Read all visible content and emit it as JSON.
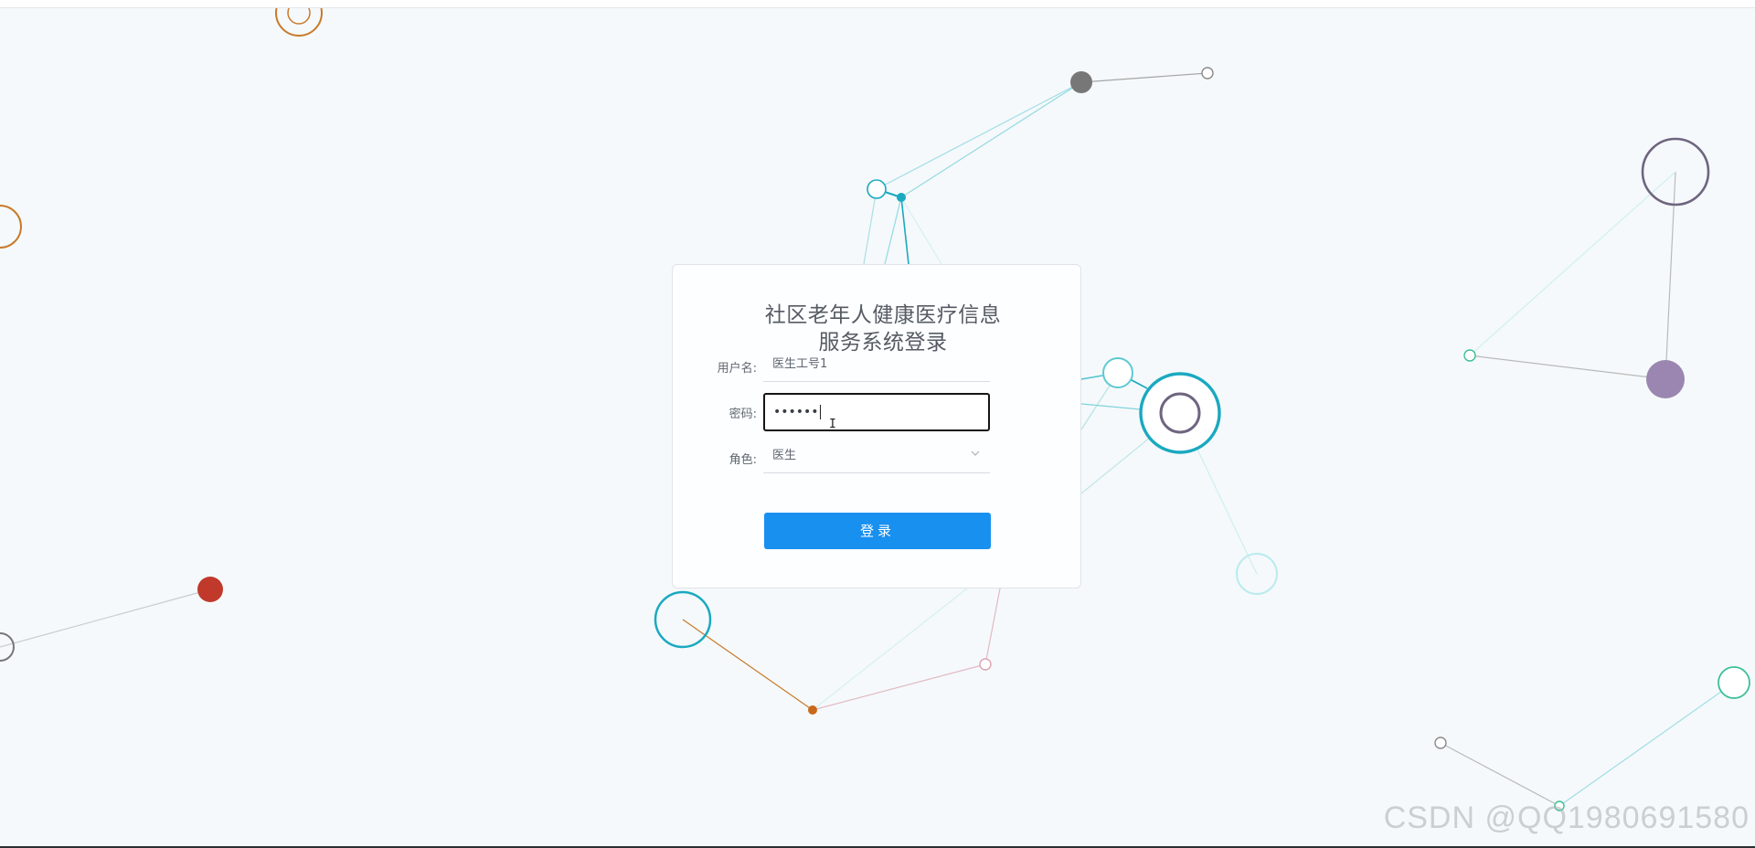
{
  "login": {
    "title": "社区老年人健康医疗信息服务系统登录",
    "username_label": "用户名:",
    "username_value": "医生工号1",
    "password_label": "密码:",
    "password_mask": "••••••",
    "role_label": "角色:",
    "role_value": "医生",
    "submit_label": "登录"
  },
  "watermark": "CSDN @QQ1980691580",
  "colors": {
    "button": "#1890f0",
    "background": "#f5f9fb",
    "node_teal": "#1aa9c0",
    "node_orange": "#c97a2a",
    "node_red": "#c0392b",
    "node_purple": "#9a86b0",
    "node_gray": "#777777"
  },
  "icons": [
    "chevron-down-icon",
    "text-cursor-icon"
  ]
}
